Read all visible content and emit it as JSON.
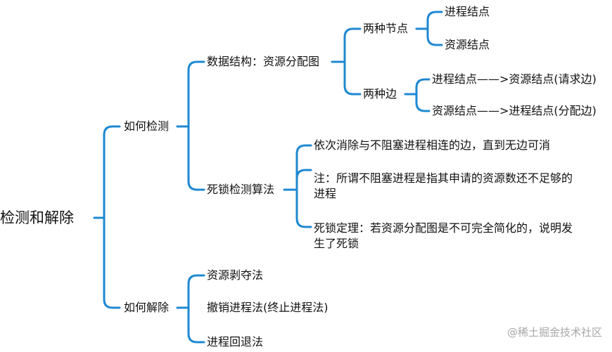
{
  "root": "检测和解除",
  "detect": {
    "label": "如何检测",
    "data_structure": {
      "label": "数据结构：资源分配图",
      "two_nodes": {
        "label": "两种节点",
        "items": [
          "进程结点",
          "资源结点"
        ]
      },
      "two_edges": {
        "label": "两种边",
        "items": [
          "进程结点——>资源结点(请求边)",
          "资源结点——>进程结点(分配边)"
        ]
      }
    },
    "algorithm": {
      "label": "死锁检测算法",
      "items": [
        "依次消除与不阻塞进程相连的边，直到无边可消",
        "注：所谓不阻塞进程是指其申请的资源数还不足够的进程",
        "死锁定理：若资源分配图是不可完全简化的，说明发生了死锁"
      ]
    }
  },
  "release": {
    "label": "如何解除",
    "items": [
      "资源剥夺法",
      "撤销进程法(终止进程法)",
      "进程回退法"
    ]
  },
  "watermark": "@稀土掘金技术社区",
  "colors": {
    "line": "#1e88d2",
    "text": "#111111",
    "watermark": "#a7a7a7"
  }
}
